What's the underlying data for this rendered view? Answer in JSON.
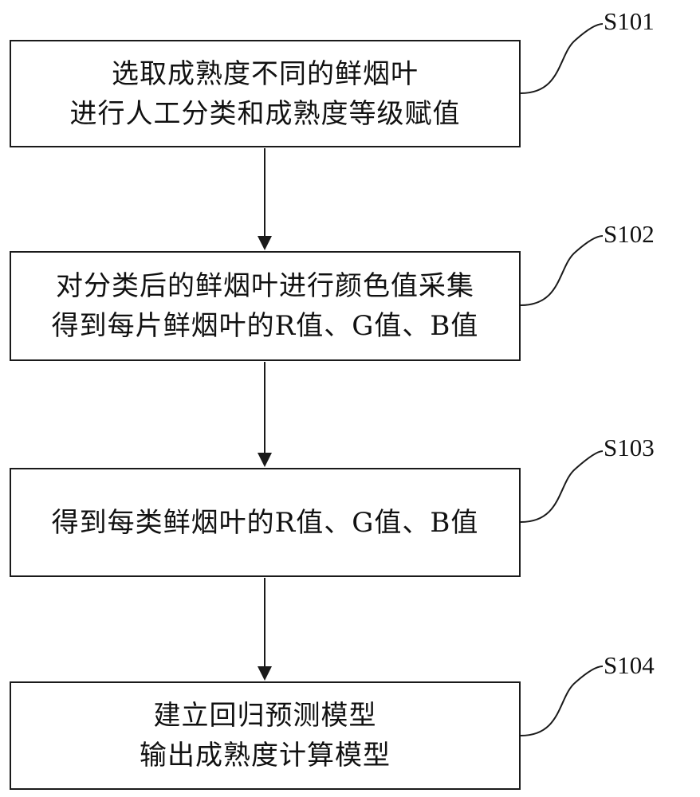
{
  "steps": [
    {
      "label": "S101",
      "lines": [
        "选取成熟度不同的鲜烟叶",
        "进行人工分类和成熟度等级赋值"
      ]
    },
    {
      "label": "S102",
      "lines": [
        "对分类后的鲜烟叶进行颜色值采集",
        "得到每片鲜烟叶的R值、G值、B值"
      ]
    },
    {
      "label": "S103",
      "lines": [
        "得到每类鲜烟叶的R值、G值、B值"
      ]
    },
    {
      "label": "S104",
      "lines": [
        "建立回归预测模型",
        "输出成熟度计算模型"
      ]
    }
  ],
  "colors": {
    "stroke": "#1a1a1a",
    "text": "#111111",
    "background": "#ffffff"
  }
}
